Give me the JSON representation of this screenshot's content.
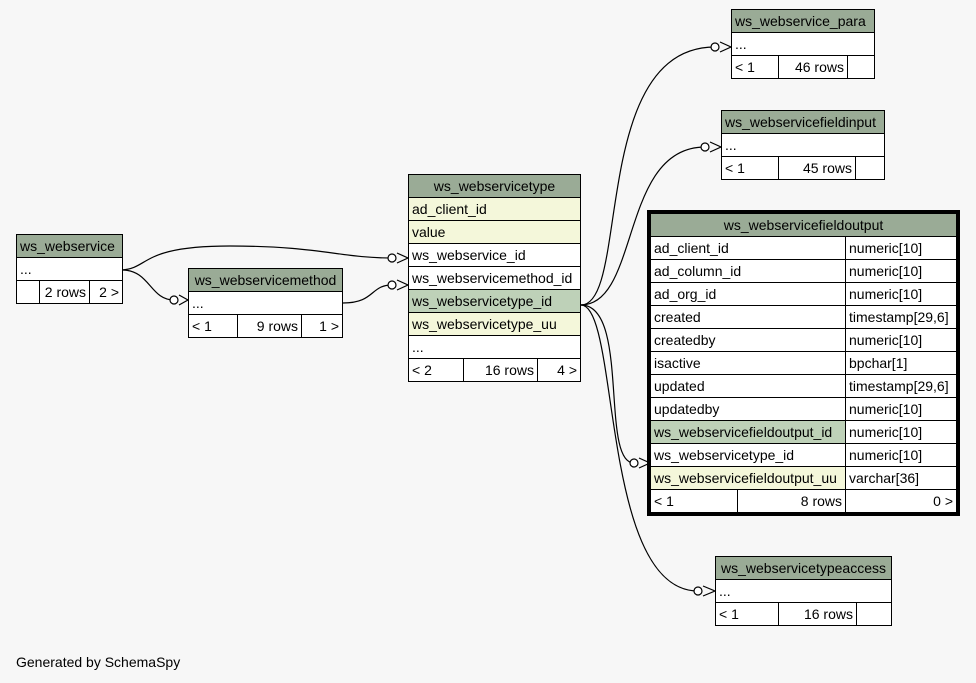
{
  "tables": {
    "ws_webservice": {
      "name": "ws_webservice",
      "ellipsis": "...",
      "parents": "",
      "rows": "2 rows",
      "children": "2 >"
    },
    "ws_webservicemethod": {
      "name": "ws_webservicemethod",
      "ellipsis": "...",
      "parents": "< 1",
      "rows": "9 rows",
      "children": "1 >"
    },
    "ws_webservicetype": {
      "name": "ws_webservicetype",
      "columns": [
        {
          "name": "ad_client_id",
          "kind": "alternate"
        },
        {
          "name": "value",
          "kind": "alternate"
        },
        {
          "name": "ws_webservice_id",
          "kind": "plain"
        },
        {
          "name": "ws_webservicemethod_id",
          "kind": "plain"
        },
        {
          "name": "ws_webservicetype_id",
          "kind": "primary"
        },
        {
          "name": "ws_webservicetype_uu",
          "kind": "alternate"
        }
      ],
      "ellipsis": "...",
      "parents": "< 2",
      "rows": "16 rows",
      "children": "4 >"
    },
    "ws_webservice_para": {
      "name": "ws_webservice_para",
      "ellipsis": "...",
      "parents": "< 1",
      "rows": "46 rows",
      "children": ""
    },
    "ws_webservicefieldinput": {
      "name": "ws_webservicefieldinput",
      "ellipsis": "...",
      "parents": "< 1",
      "rows": "45 rows",
      "children": ""
    },
    "ws_webservicefieldoutput": {
      "name": "ws_webservicefieldoutput",
      "columns": [
        {
          "name": "ad_client_id",
          "type": "numeric[10]",
          "kind": "plain"
        },
        {
          "name": "ad_column_id",
          "type": "numeric[10]",
          "kind": "plain"
        },
        {
          "name": "ad_org_id",
          "type": "numeric[10]",
          "kind": "plain"
        },
        {
          "name": "created",
          "type": "timestamp[29,6]",
          "kind": "plain"
        },
        {
          "name": "createdby",
          "type": "numeric[10]",
          "kind": "plain"
        },
        {
          "name": "isactive",
          "type": "bpchar[1]",
          "kind": "plain"
        },
        {
          "name": "updated",
          "type": "timestamp[29,6]",
          "kind": "plain"
        },
        {
          "name": "updatedby",
          "type": "numeric[10]",
          "kind": "plain"
        },
        {
          "name": "ws_webservicefieldoutput_id",
          "type": "numeric[10]",
          "kind": "primary"
        },
        {
          "name": "ws_webservicetype_id",
          "type": "numeric[10]",
          "kind": "plain"
        },
        {
          "name": "ws_webservicefieldoutput_uu",
          "type": "varchar[36]",
          "kind": "alternate"
        }
      ],
      "parents": "< 1",
      "rows": "8 rows",
      "children": "0 >"
    },
    "ws_webservicetypeaccess": {
      "name": "ws_webservicetypeaccess",
      "ellipsis": "...",
      "parents": "< 1",
      "rows": "16 rows",
      "children": ""
    }
  },
  "footer": "Generated by SchemaSpy",
  "colors": {
    "header": "#9aab96",
    "primary_key": "#bed1b8",
    "alternate_key": "#f4f7da",
    "background": "#f7f7f7"
  }
}
